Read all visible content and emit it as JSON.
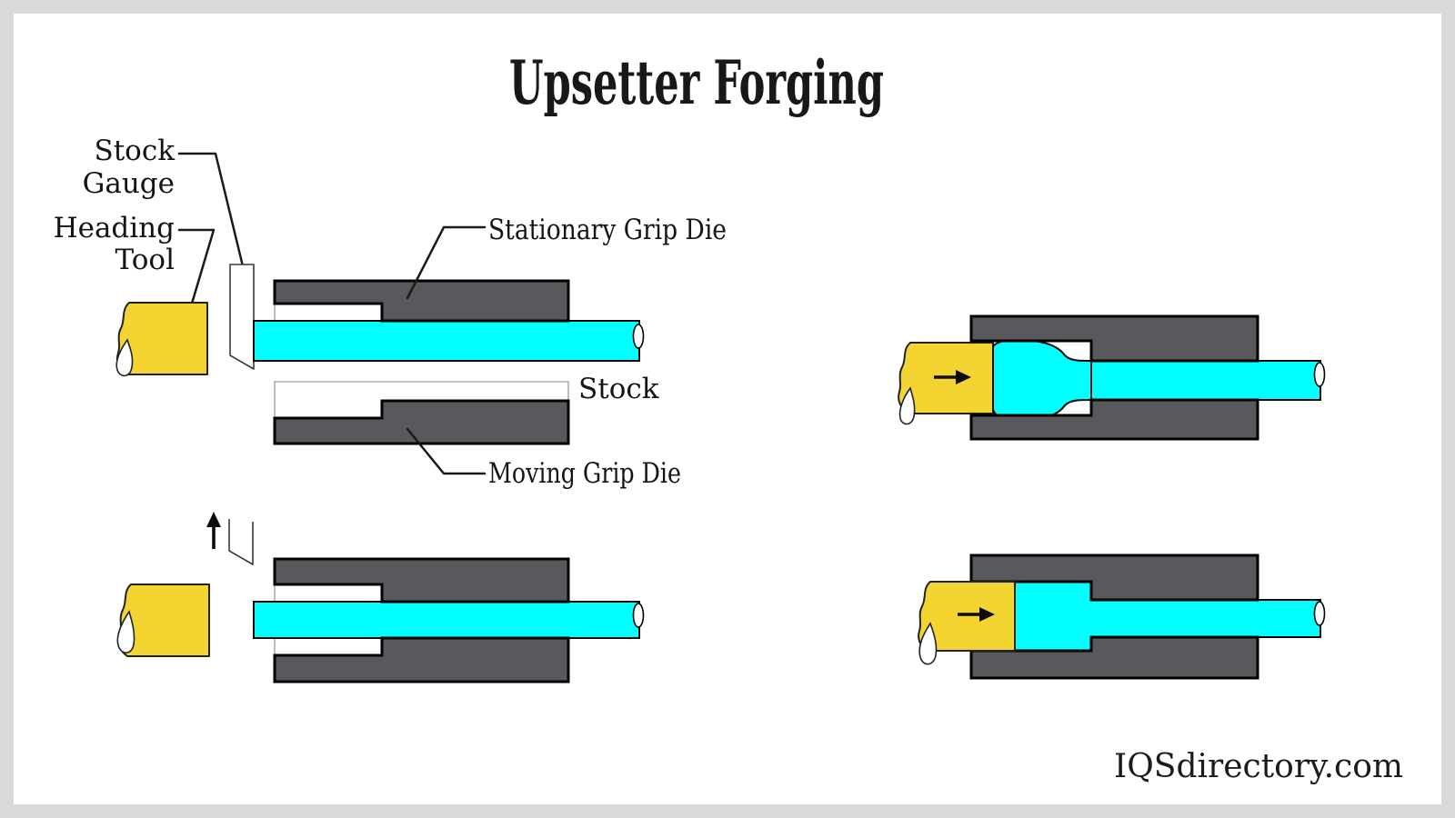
{
  "title": "Upsetter Forging",
  "watermark": "IQSdirectory.com",
  "labels": {
    "stock_gauge": {
      "line1": "Stock",
      "line2": "Gauge"
    },
    "heading_tool": {
      "line1": "Heading",
      "line2": "Tool"
    },
    "stationary_grip_die": "Stationary Grip Die",
    "stock": "Stock",
    "moving_grip_die": "Moving Grip Die"
  },
  "icons": {
    "up_arrow_icon": "↑",
    "right_arrow_icon": "→"
  },
  "colors": {
    "frame": "#d9d9d9",
    "canvas": "#ffffff",
    "tool": "#f4d430",
    "die": "#58595c",
    "stock": "#00ffff",
    "line": "#111111"
  }
}
